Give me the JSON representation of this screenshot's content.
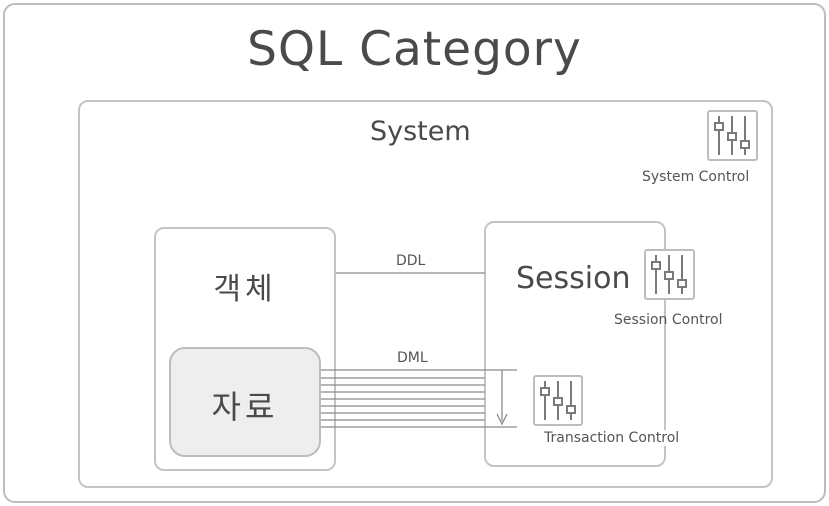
{
  "title": "SQL Category",
  "system": {
    "label": "System",
    "control_label": "System Control",
    "control_icon": "slider-controls-icon"
  },
  "object": {
    "label": "객체"
  },
  "data": {
    "label": "자료"
  },
  "session": {
    "label": "Session",
    "control_label": "Session Control",
    "control_icon": "slider-controls-icon"
  },
  "transaction": {
    "control_label": "Transaction Control",
    "control_icon": "slider-controls-icon"
  },
  "connections": {
    "ddl_label": "DDL",
    "dml_label": "DML"
  },
  "colors": {
    "border": "#c4c4c4",
    "text": "#444444",
    "data_fill": "#eeeeee",
    "line": "#888888"
  }
}
